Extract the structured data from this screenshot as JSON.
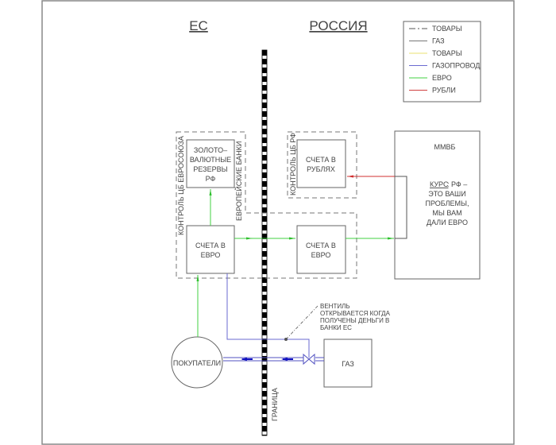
{
  "regions": {
    "eu": "ЕС",
    "russia": "РОССИЯ"
  },
  "legend": [
    {
      "label": "ТОВАРЫ",
      "color": "#555555",
      "style": "dash-dot"
    },
    {
      "label": "ГАЗ",
      "color": "#777777",
      "style": "solid"
    },
    {
      "label": "ТОВАРЫ",
      "color": "#e8e070",
      "style": "solid"
    },
    {
      "label": "ГАЗОПРОВОД",
      "color": "#6a6ad0",
      "style": "solid"
    },
    {
      "label": "ЕВРО",
      "color": "#40d040",
      "style": "solid"
    },
    {
      "label": "РУБЛИ",
      "color": "#d04040",
      "style": "solid"
    }
  ],
  "zones": {
    "eu_control": "КОНТРОЛЬ ЦБ ЕВРОСОЮЗА",
    "eu_banks": "ЕВРОПЕЙСКИЕ БАНКИ",
    "rf_control": "КОНТРОЛЬ ЦБ РФ"
  },
  "nodes": {
    "reserves": [
      "ЗОЛОТО–",
      "ВАЛЮТНЫЕ",
      "РЕЗЕРВЫ",
      "РФ"
    ],
    "euro_eu": [
      "СЧЕТА В",
      "ЕВРО"
    ],
    "rubles": [
      "СЧЕТА В",
      "РУБЛЯХ"
    ],
    "euro_ru": [
      "СЧЕТА В",
      "ЕВРО"
    ],
    "buyers": "ПОКУПАТЕЛИ",
    "gas": "ГАЗ",
    "mmvb": {
      "title": "ММВБ",
      "course_label": "КУРС",
      "course_lines": [
        ": РФ –",
        "ЭТО ВАШИ",
        "ПРОБЛЕМЫ,",
        "МЫ ВАМ",
        "ДАЛИ ЕВРО"
      ]
    }
  },
  "valve_note": [
    "ВЕНТИЛЬ",
    "ОТКРЫВАЕТСЯ КОГДА",
    "ПОЛУЧЕНЫ ДЕНЬГИ В",
    "БАНКИ ЕС"
  ],
  "border_label": "ГРАНИЦА",
  "colors": {
    "euro": "#40d040",
    "rubles": "#d03030",
    "pipe": "#5050c0",
    "pipe_arrow": "#1010c0"
  }
}
